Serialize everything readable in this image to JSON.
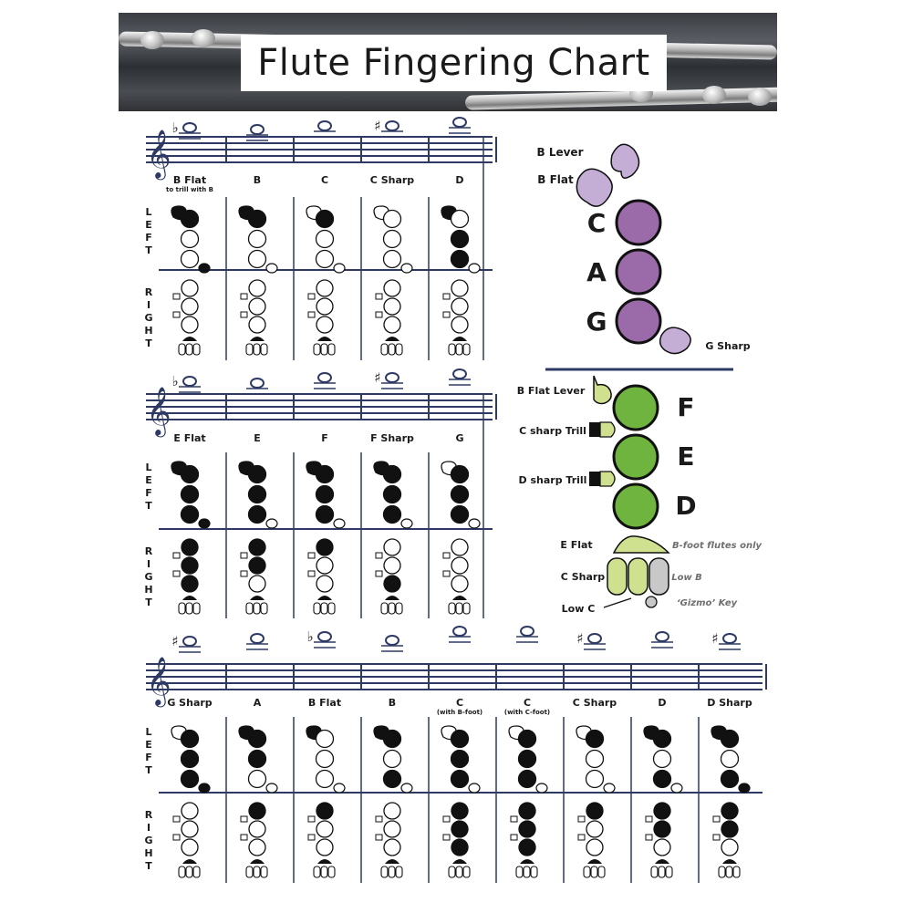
{
  "title": "Flute Fingering Chart",
  "colors": {
    "staff": "#2e3a63",
    "purple": "#9b6aa8",
    "lightPurple": "#c4aed6",
    "green": "#6fb43e",
    "lightGreen": "#cfe08f",
    "grey": "#c8c8c8",
    "ink": "#111111"
  },
  "side_labels": {
    "left": "LEFT",
    "right": "RIGHT"
  },
  "rows": [
    {
      "columns": [
        {
          "name": "B Flat",
          "note": "to trill with B",
          "accidental": "♭"
        },
        {
          "name": "B",
          "note": "",
          "accidental": ""
        },
        {
          "name": "C",
          "note": "",
          "accidental": ""
        },
        {
          "name": "C Sharp",
          "note": "",
          "accidental": "♯"
        },
        {
          "name": "D",
          "note": "",
          "accidental": ""
        }
      ]
    },
    {
      "columns": [
        {
          "name": "E Flat",
          "note": "",
          "accidental": "♭"
        },
        {
          "name": "E",
          "note": "",
          "accidental": ""
        },
        {
          "name": "F",
          "note": "",
          "accidental": ""
        },
        {
          "name": "F Sharp",
          "note": "",
          "accidental": "♯"
        },
        {
          "name": "G",
          "note": "",
          "accidental": ""
        }
      ]
    },
    {
      "columns": [
        {
          "name": "G Sharp",
          "note": "",
          "accidental": "♯"
        },
        {
          "name": "A",
          "note": "",
          "accidental": ""
        },
        {
          "name": "B Flat",
          "note": "",
          "accidental": "♭"
        },
        {
          "name": "B",
          "note": "",
          "accidental": ""
        },
        {
          "name": "C",
          "note": "(with B-foot)",
          "accidental": ""
        },
        {
          "name": "C",
          "note": "(with C-foot)",
          "accidental": ""
        },
        {
          "name": "C Sharp",
          "note": "",
          "accidental": "♯"
        },
        {
          "name": "D",
          "note": "",
          "accidental": ""
        },
        {
          "name": "D Sharp",
          "note": "",
          "accidental": "♯"
        }
      ]
    }
  ],
  "fingerings": [
    [
      {
        "t": 1,
        "l": [
          1,
          0,
          0
        ],
        "r": [
          0,
          0,
          0
        ],
        "b": 1
      },
      {
        "t": 1,
        "l": [
          1,
          0,
          0
        ],
        "r": [
          0,
          0,
          0
        ],
        "b": 0
      },
      {
        "t": 0,
        "l": [
          1,
          0,
          0
        ],
        "r": [
          0,
          0,
          0
        ],
        "b": 0
      },
      {
        "t": 0,
        "l": [
          0,
          0,
          0
        ],
        "r": [
          0,
          0,
          0
        ],
        "b": 0
      },
      {
        "t": 1,
        "l": [
          0,
          1,
          1
        ],
        "r": [
          0,
          0,
          0
        ],
        "b": 0
      }
    ],
    [
      {
        "t": 1,
        "l": [
          1,
          1,
          1
        ],
        "r": [
          1,
          1,
          1
        ],
        "g": 1
      },
      {
        "t": 1,
        "l": [
          1,
          1,
          1
        ],
        "r": [
          1,
          1,
          0
        ],
        "g": 0
      },
      {
        "t": 1,
        "l": [
          1,
          1,
          1
        ],
        "r": [
          1,
          0,
          0
        ],
        "g": 0
      },
      {
        "t": 1,
        "l": [
          1,
          1,
          1
        ],
        "r": [
          0,
          0,
          1
        ],
        "g": 0
      },
      {
        "t": 0,
        "l": [
          1,
          1,
          1
        ],
        "r": [
          0,
          0,
          0
        ],
        "g": 0
      }
    ],
    [
      {
        "t": 0,
        "l": [
          1,
          1,
          1
        ],
        "r": [
          0,
          0,
          0
        ],
        "g": 1
      },
      {
        "t": 1,
        "l": [
          1,
          1,
          0
        ],
        "r": [
          1,
          0,
          0
        ],
        "g": 0
      },
      {
        "t": 1,
        "l": [
          0,
          0,
          0
        ],
        "r": [
          1,
          0,
          0
        ],
        "g": 0
      },
      {
        "t": 1,
        "l": [
          1,
          0,
          1
        ],
        "r": [
          0,
          0,
          0
        ],
        "g": 0
      },
      {
        "t": 0,
        "l": [
          1,
          1,
          1
        ],
        "r": [
          1,
          1,
          1
        ],
        "g": 0
      },
      {
        "t": 0,
        "l": [
          1,
          1,
          1
        ],
        "r": [
          1,
          1,
          1
        ],
        "g": 0
      },
      {
        "t": 0,
        "l": [
          1,
          0,
          0
        ],
        "r": [
          1,
          0,
          0
        ],
        "g": 0
      },
      {
        "t": 1,
        "l": [
          1,
          0,
          1
        ],
        "r": [
          1,
          1,
          0
        ],
        "g": 0
      },
      {
        "t": 1,
        "l": [
          1,
          0,
          1
        ],
        "r": [
          1,
          1,
          0
        ],
        "g": 1
      }
    ]
  ],
  "diagram": {
    "upper": {
      "b_lever": "B Lever",
      "b_flat": "B Flat",
      "keys": [
        {
          "letter": "C"
        },
        {
          "letter": "A"
        },
        {
          "letter": "G"
        }
      ],
      "g_sharp": "G Sharp"
    },
    "lower": {
      "b_flat_lever": "B Flat Lever",
      "c_sharp_trill": "C sharp Trill",
      "d_sharp_trill": "D sharp Trill",
      "keys": [
        {
          "letter": "F"
        },
        {
          "letter": "E"
        },
        {
          "letter": "D"
        }
      ],
      "e_flat": "E Flat",
      "c_sharp": "C Sharp",
      "low_c": "Low C",
      "b_foot": "B-foot flutes only",
      "low_b": "Low B",
      "gizmo": "‘Gizmo’ Key"
    }
  }
}
